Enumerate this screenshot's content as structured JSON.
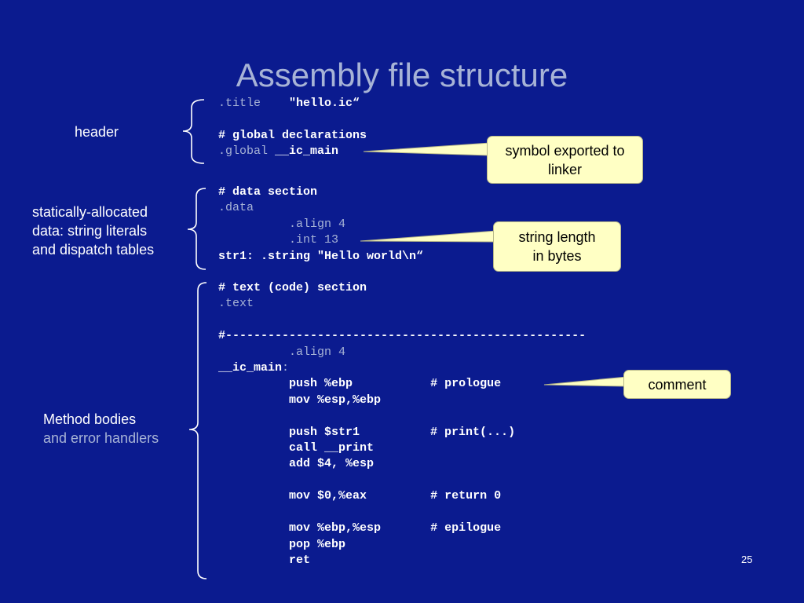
{
  "slide": {
    "title": "Assembly file structure",
    "page_number": "25"
  },
  "labels": {
    "header": "header",
    "data": [
      "statically-allocated",
      "data: string literals",
      "and dispatch tables"
    ],
    "method_line1": "Method bodies",
    "method_line2": "and error handlers"
  },
  "callouts": {
    "symbol": [
      "symbol exported to",
      "linker"
    ],
    "string_length": [
      "string length",
      "in bytes"
    ],
    "comment": "comment"
  },
  "code": {
    "header": {
      "title_dir": ".title",
      "title_val": "\"hello.ic“",
      "global_comment": "# global declarations",
      "global_dir": ".global",
      "global_sym": "__ic_main"
    },
    "data": {
      "comment": "# data section",
      "dir": ".data",
      "align": ".align 4",
      "int": ".int 13",
      "string": "str1: .string \"Hello world\\n“"
    },
    "text": {
      "comment": "# text (code) section",
      "dir": ".text",
      "divider": "#---------------------------------------------------",
      "align": ".align 4",
      "main_label": "__ic_main",
      "main_colon": ":",
      "lines": [
        {
          "instr": "push %ebp",
          "comment": "# prologue"
        },
        {
          "instr": "mov %esp,%ebp",
          "comment": ""
        },
        {
          "instr": "push $str1",
          "comment": "# print(...)"
        },
        {
          "instr": "call __print",
          "comment": ""
        },
        {
          "instr": "add $4, %esp",
          "comment": ""
        },
        {
          "instr": "mov $0,%eax",
          "comment": "# return 0"
        },
        {
          "instr": "mov %ebp,%esp",
          "comment": "# epilogue"
        },
        {
          "instr": "pop %ebp",
          "comment": ""
        },
        {
          "instr": "ret",
          "comment": ""
        }
      ]
    }
  },
  "colors": {
    "background": "#0b1b8f",
    "muted_text": "#a7b3d6",
    "callout_fill": "#ffffc4"
  }
}
